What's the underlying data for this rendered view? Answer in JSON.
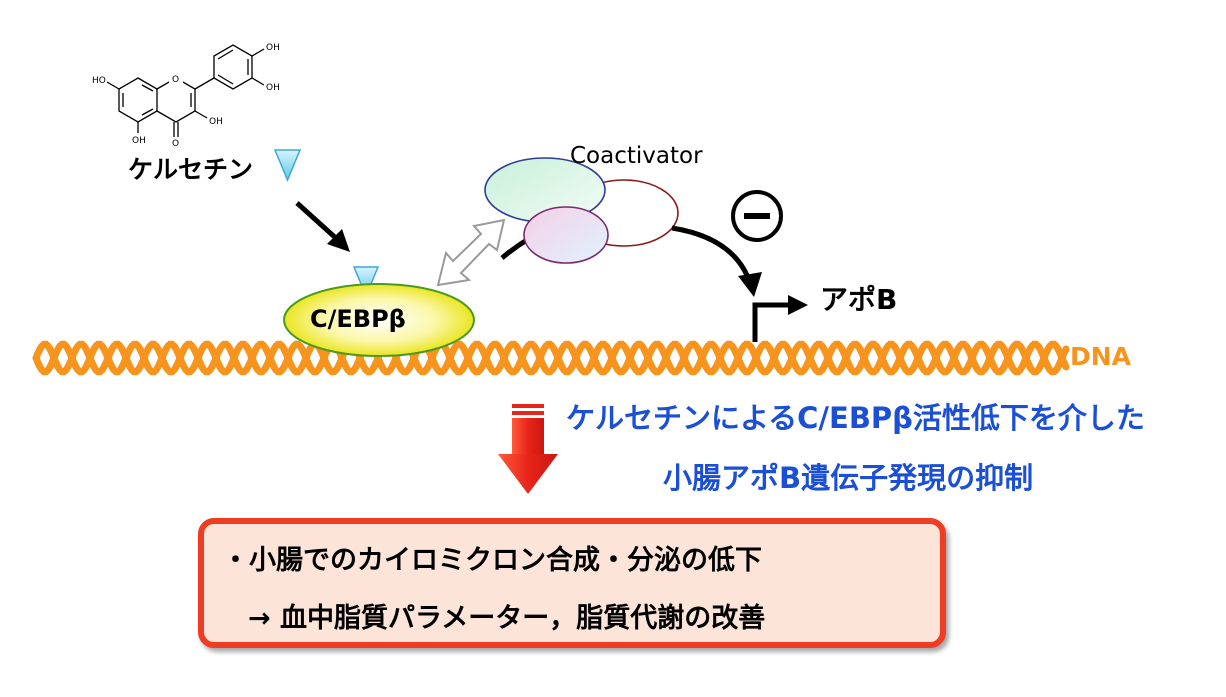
{
  "molecule": {
    "name": "ケルセチン",
    "groups": [
      "HO",
      "OH",
      "OH",
      "OH",
      "OH",
      "O",
      "O"
    ]
  },
  "coactivator": {
    "label": "Coactivator"
  },
  "transcription_factor": {
    "label": "C/EBPβ"
  },
  "target_gene": {
    "label": "アポB"
  },
  "dna": {
    "label": "DNA"
  },
  "inhibition": {
    "symbol": "−"
  },
  "mechanism": {
    "line1": "ケルセチンによるC/EBPβ活性低下を介した",
    "line2": "小腸アポB遺伝子発現の抑制"
  },
  "result": {
    "line1": "・小腸でのカイロミクロン合成・分泌の低下",
    "line2": "→ 血中脂質パラメーター，脂質代謝の改善"
  },
  "colors": {
    "dna": "#f7941d",
    "mechanism_text": "#1a4fd6",
    "result_border": "#ee3d23",
    "result_fill": "#fce4d8",
    "ligand": "#7fd3ee"
  }
}
